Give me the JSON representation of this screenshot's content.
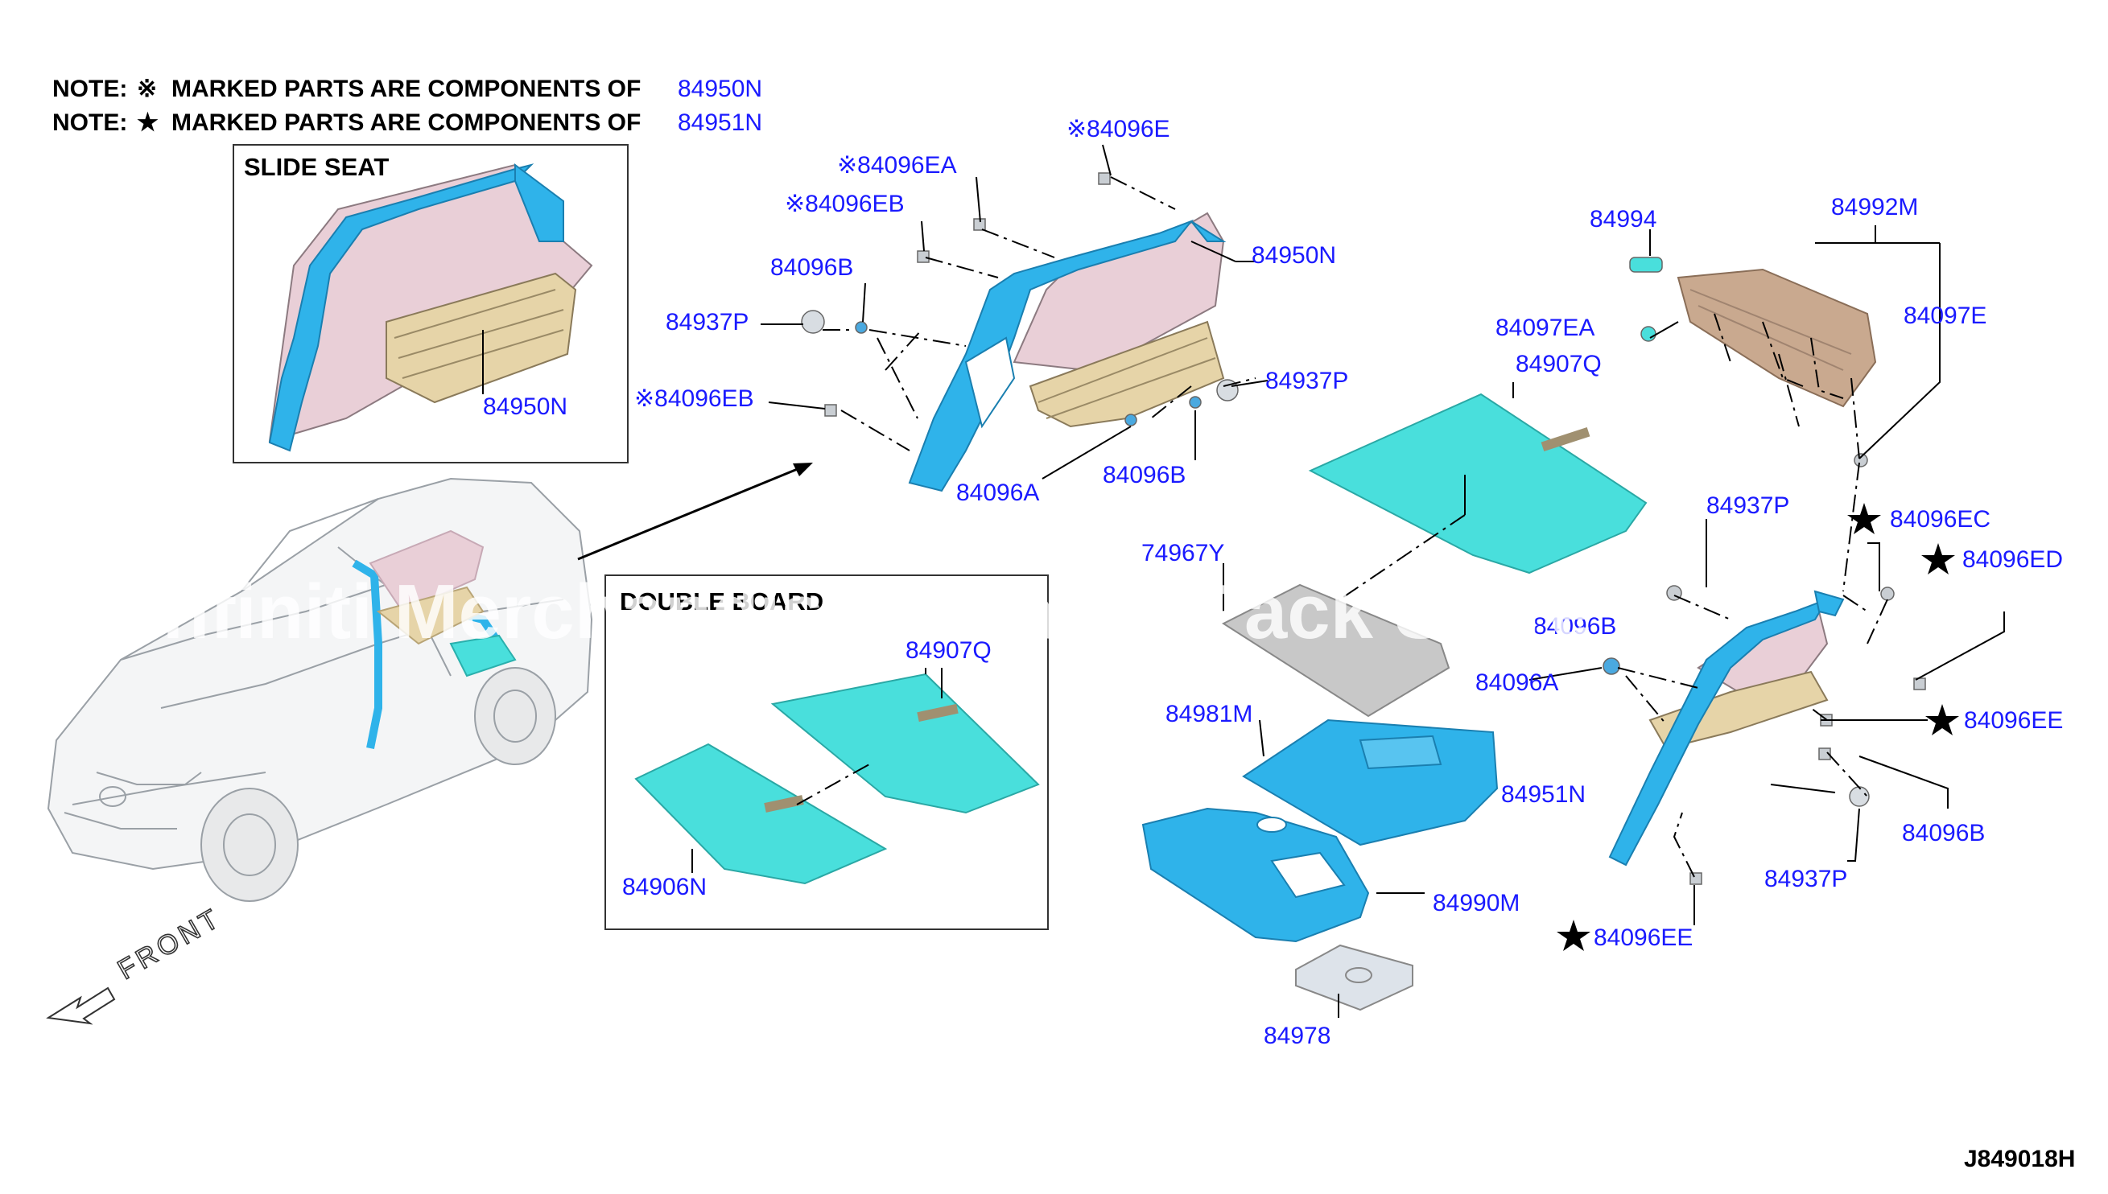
{
  "notes": [
    {
      "prefix": "NOTE:",
      "mark": "※",
      "text": "MARKED PARTS ARE COMPONENTS OF",
      "ref": "84950N"
    },
    {
      "prefix": "NOTE:",
      "mark": "★",
      "text": "MARKED PARTS ARE COMPONENTS OF",
      "ref": "84951N"
    }
  ],
  "insets": {
    "slide_seat": {
      "title": "SLIDE SEAT",
      "part": "84950N"
    },
    "double_board": {
      "title": "DOUBLE BOARD",
      "parts": [
        "84907Q",
        "84906N"
      ]
    }
  },
  "callouts": {
    "c_84096E": "※84096E",
    "c_84096EA": "※84096EA",
    "c_84096EB_top": "※84096EB",
    "c_84096B_left": "84096B",
    "c_84937P_left": "84937P",
    "c_84096EB_low": "※84096EB",
    "c_84950N_main": "84950N",
    "c_84937P_mid": "84937P",
    "c_84096A_left": "84096A",
    "c_84096B_mid": "84096B",
    "c_84994": "84994",
    "c_84992M": "84992M",
    "c_84097EA": "84097EA",
    "c_84097E": "84097E",
    "c_84907Q_main": "84907Q",
    "c_74967Y": "74967Y",
    "c_84981M": "84981M",
    "c_84990M": "84990M",
    "c_84978": "84978",
    "c_84937P_right": "84937P",
    "c_84096EC": "84096EC",
    "c_84096ED": "84096ED",
    "c_84096B_partial": "84096B",
    "c_84096A_right": "84096A",
    "c_84096EE_a": "84096EE",
    "c_84951N": "84951N",
    "c_84096B_right": "84096B",
    "c_84937P_low": "84937P",
    "c_84096EE_b": "84096EE"
  },
  "watermark": "Infiniti Merchandise Catalog Pack Store",
  "front_label": "FRONT",
  "diagram_code": "J849018H",
  "colors": {
    "part_blue": "#2fb3ea",
    "board_cyan": "#49dfdc",
    "trim_pink": "#e9cfd7",
    "trim_tan": "#e6d4a8",
    "tonneau_tan": "#c9a98f",
    "callout_blue": "#1a1aff",
    "mat_gray": "#c8c8c8"
  }
}
